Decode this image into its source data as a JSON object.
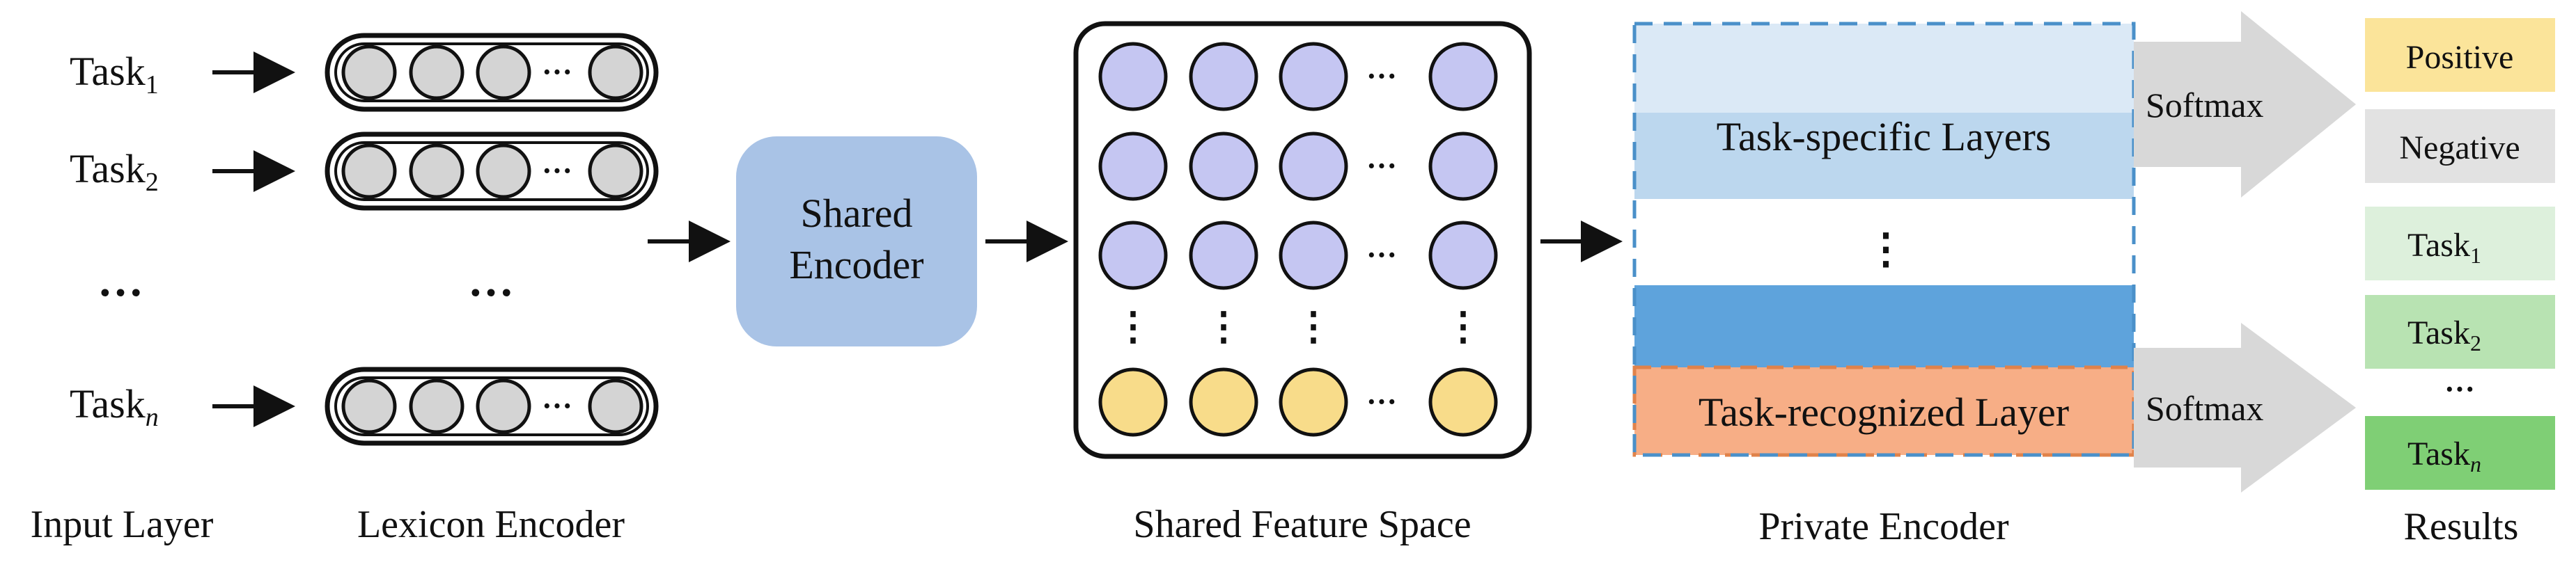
{
  "input_layer": {
    "task_labels": [
      {
        "base": "Task",
        "sub": "1"
      },
      {
        "base": "Task",
        "sub": "2"
      },
      {
        "base": "Task",
        "sub": "n"
      }
    ],
    "ellipsis": "…"
  },
  "lexicon_encoder": {
    "ellipsis": "…",
    "inner_ellipsis": "···"
  },
  "shared_encoder": {
    "line1": "Shared",
    "line2": "Encoder"
  },
  "feature_space": {
    "h_ellipsis": "···",
    "v_ellipsis": "⋮"
  },
  "private_encoder": {
    "task_specific": "Task-specific Layers",
    "task_recognized": "Task-recognized Layer",
    "v_ellipsis": "⋮"
  },
  "softmax": [
    "Softmax",
    "Softmax"
  ],
  "results": {
    "positive": "Positive",
    "negative": "Negative",
    "tasks": [
      {
        "base": "Task",
        "sub": "1"
      },
      {
        "base": "Task",
        "sub": "2"
      },
      {
        "base": "Task",
        "sub": "n"
      }
    ],
    "ellipsis": "···"
  },
  "captions": {
    "input_layer": "Input Layer",
    "lexicon_encoder": "Lexicon Encoder",
    "shared_feature_space": "Shared Feature Space",
    "private_encoder": "Private Encoder",
    "results": "Results"
  },
  "colors": {
    "lexicon_node": "#d4d4d4",
    "shared_encoder": "#a9c3e6",
    "feature_node_blue": "#c5c6f2",
    "feature_node_yellow": "#f8dc8a",
    "task_specific_light": "#dbe9f6",
    "task_specific_mid": "#bcd7ee",
    "task_specific_dark": "#5ea3dc",
    "task_recognized": "#f7ae86",
    "dashed_border": "#4a90c9",
    "arrow_gray": "#d8d8d8",
    "positive": "#fbe49a",
    "negative": "#e2e2e2",
    "task1": "#ddf0dc",
    "task2": "#b8e3b2",
    "taskn": "#7fcf75"
  }
}
